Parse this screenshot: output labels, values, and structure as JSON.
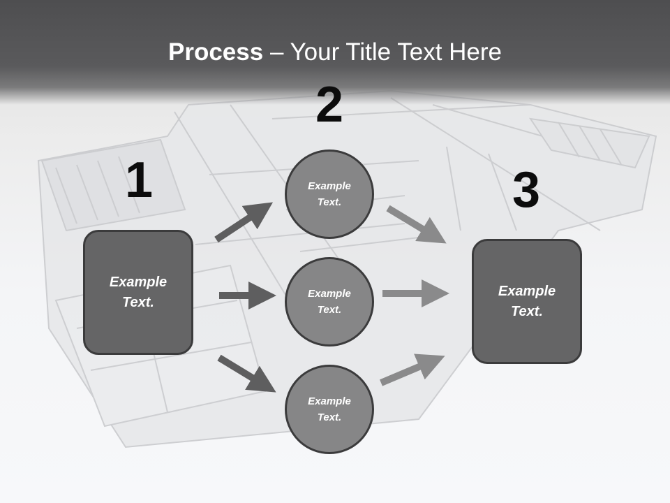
{
  "title": {
    "bold": "Process",
    "rest": " – Your Title Text Here"
  },
  "steps": {
    "one": {
      "number": "1",
      "label": "Example\nText."
    },
    "two": {
      "number": "2"
    },
    "three": {
      "number": "3",
      "label": "Example\nText."
    }
  },
  "circles": [
    {
      "label": "Example\nText."
    },
    {
      "label": "Example\nText."
    },
    {
      "label": "Example\nText."
    }
  ],
  "colors": {
    "header": "#575759",
    "box_fill": "#656566",
    "circle_fill": "#868687",
    "outline": "#3b3b3c",
    "arrow_dark": "#5e5e5f",
    "arrow_light": "#8a8a8b"
  }
}
